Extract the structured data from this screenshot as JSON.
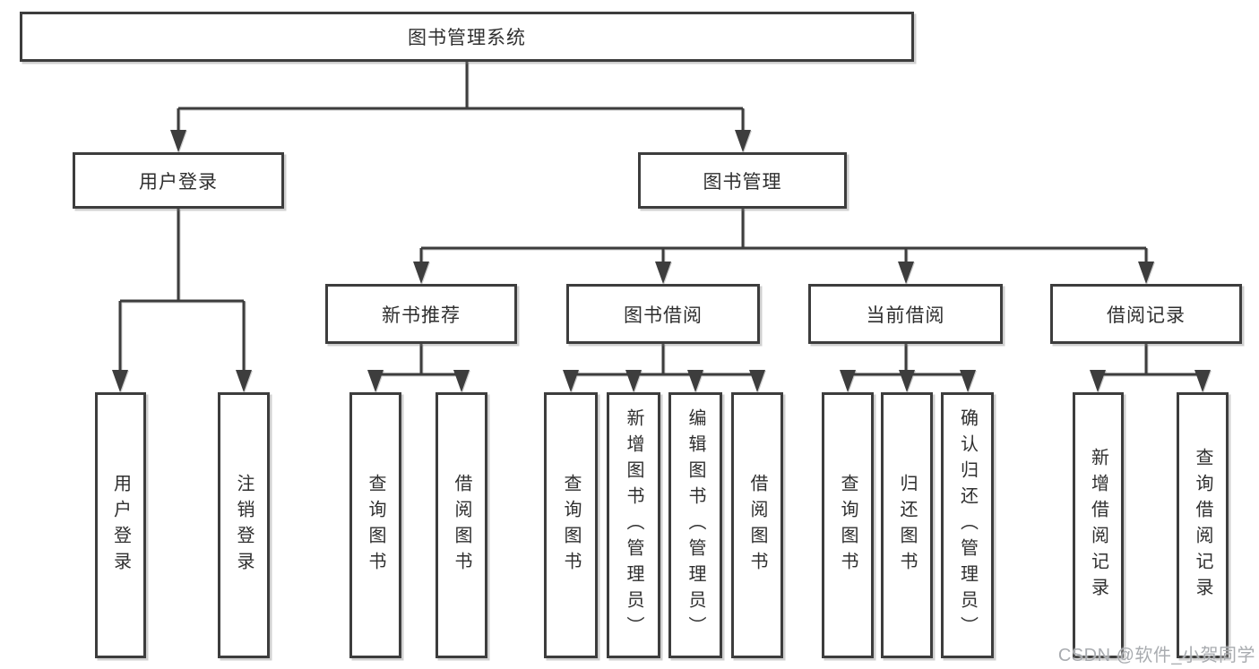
{
  "diagram": {
    "root": {
      "label": "图书管理系统"
    },
    "branches": [
      {
        "label": "用户登录",
        "leaves": [
          "用户登录",
          "注销登录"
        ]
      },
      {
        "label": "图书管理",
        "groups": [
          {
            "label": "新书推荐",
            "leaves": [
              "查询图书",
              "借阅图书"
            ]
          },
          {
            "label": "图书借阅",
            "leaves": [
              "查询图书",
              "新增图书（管理员）",
              "编辑图书（管理员）",
              "借阅图书"
            ]
          },
          {
            "label": "当前借阅",
            "leaves": [
              "查询图书",
              "归还图书",
              "确认归还（管理员）"
            ]
          },
          {
            "label": "借阅记录",
            "leaves": [
              "新增借阅记录",
              "查询借阅记录"
            ]
          }
        ]
      }
    ]
  },
  "watermark": {
    "text": "CSDN @软件_小贺同学",
    "color": "#a9acb0"
  },
  "colors": {
    "line": "#3d3d3d",
    "text": "#2f2f2f",
    "background": "#ffffff"
  }
}
